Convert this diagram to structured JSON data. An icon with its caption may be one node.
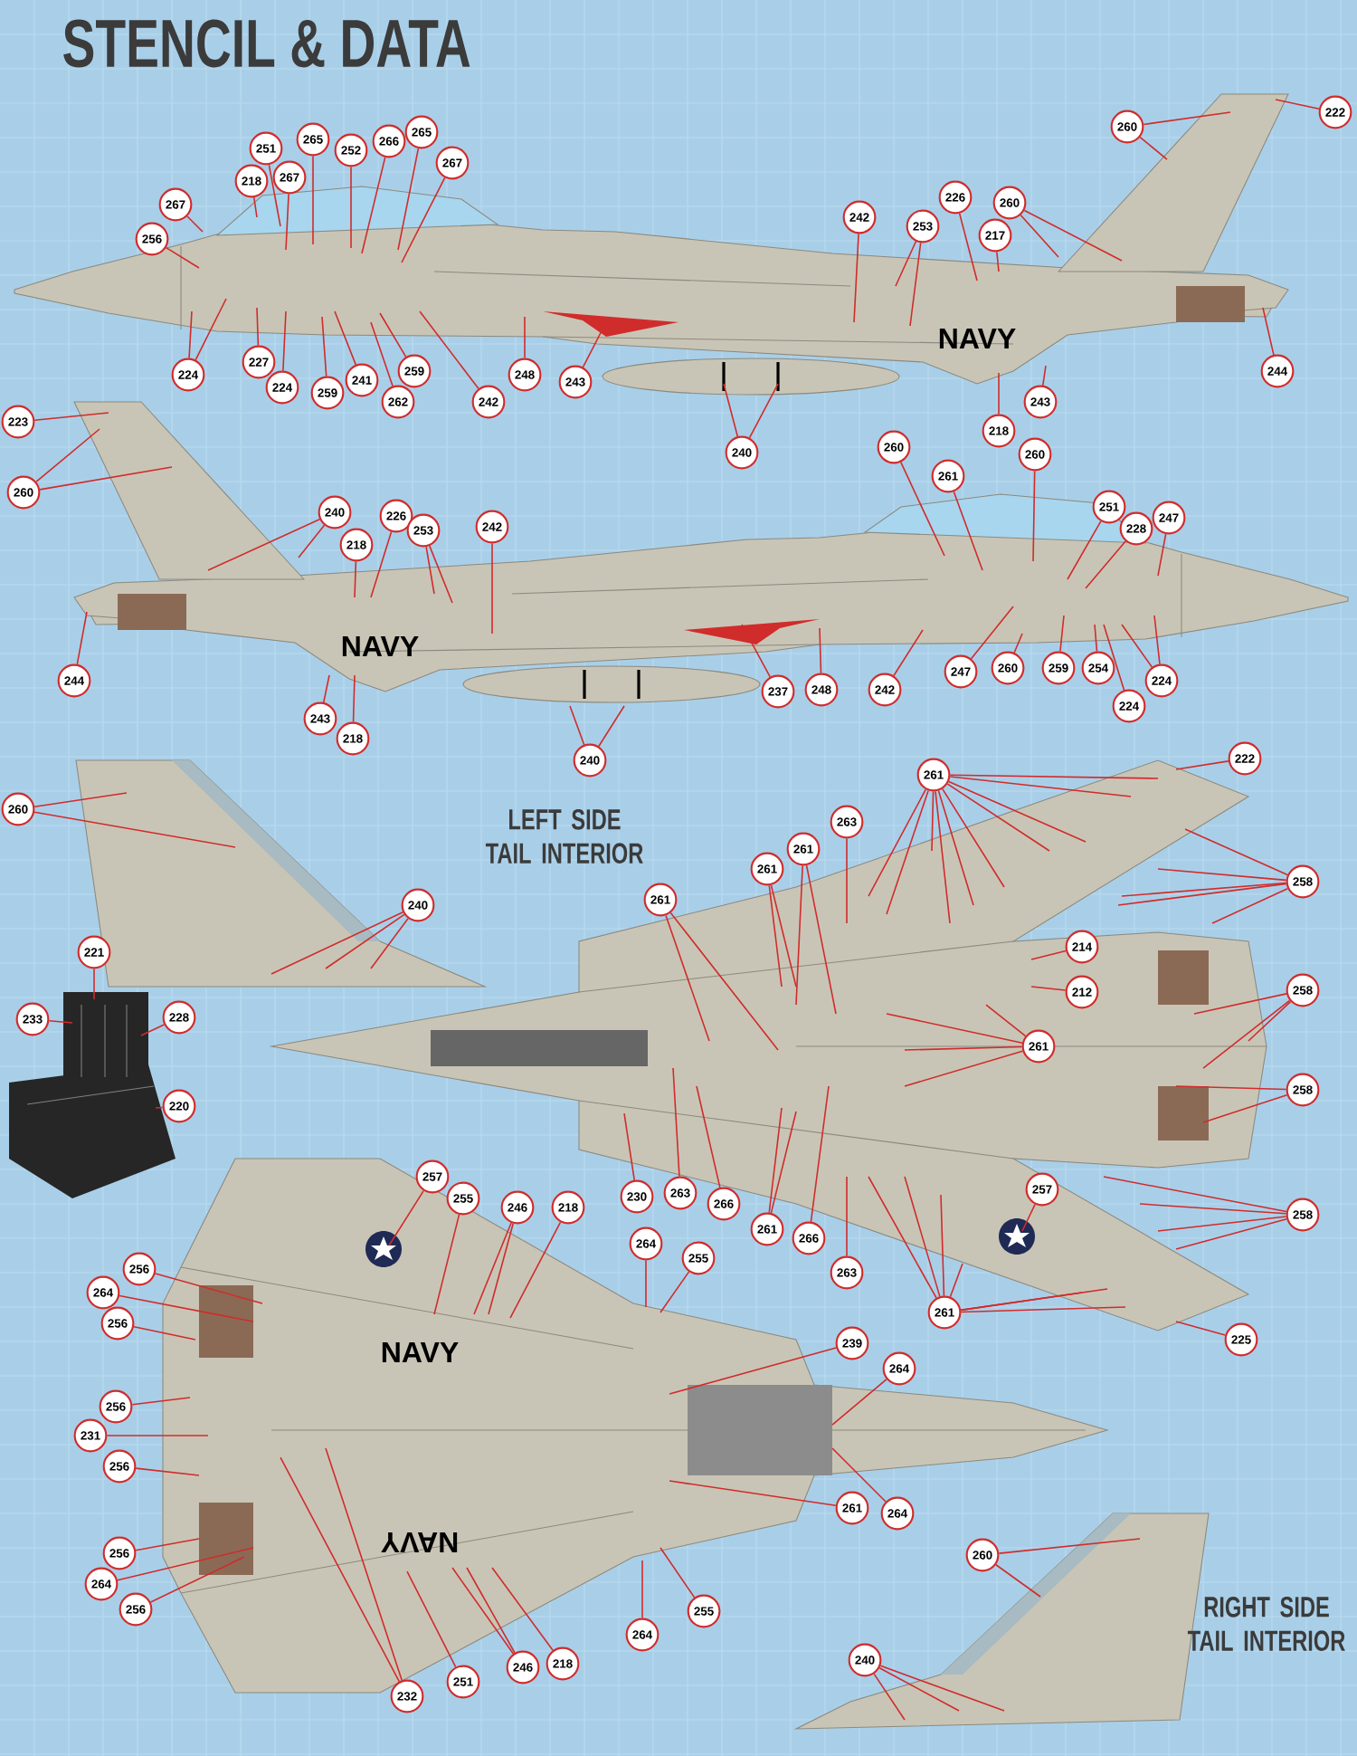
{
  "diagram": {
    "title": "STENCIL & DATA",
    "nodes": [
      {
        "text": [
          "267"
        ]
      },
      {
        "text": [
          "256"
        ]
      },
      {
        "text": [
          "218"
        ]
      },
      {
        "text": [
          "251"
        ]
      },
      {
        "text": [
          "267"
        ]
      },
      {
        "text": [
          "265"
        ]
      },
      {
        "text": [
          "252"
        ]
      },
      {
        "text": [
          "266"
        ]
      },
      {
        "text": [
          "265"
        ]
      },
      {
        "text": [
          "267"
        ]
      },
      {
        "text": [
          "224"
        ]
      },
      {
        "text": [
          "227"
        ]
      },
      {
        "text": [
          "224"
        ]
      },
      {
        "text": [
          "259"
        ]
      },
      {
        "text": [
          "241"
        ]
      },
      {
        "text": [
          "262"
        ]
      },
      {
        "text": [
          "259"
        ]
      },
      {
        "text": [
          "242"
        ]
      },
      {
        "text": [
          "248"
        ]
      },
      {
        "text": [
          "243"
        ]
      },
      {
        "text": [
          "242"
        ]
      },
      {
        "text": [
          "253"
        ]
      },
      {
        "text": [
          "226"
        ]
      },
      {
        "text": [
          "217"
        ]
      },
      {
        "text": [
          "260"
        ]
      },
      {
        "text": [
          "260"
        ]
      },
      {
        "text": [
          "222"
        ]
      },
      {
        "text": [
          "244"
        ]
      },
      {
        "text": [
          "243"
        ]
      },
      {
        "text": [
          "218"
        ]
      },
      {
        "text": [
          "240"
        ]
      },
      {
        "text": [
          "223"
        ]
      },
      {
        "text": [
          "260"
        ]
      },
      {
        "text": [
          "240"
        ]
      },
      {
        "text": [
          "218"
        ]
      },
      {
        "text": [
          "226"
        ]
      },
      {
        "text": [
          "253"
        ]
      },
      {
        "text": [
          "242"
        ]
      },
      {
        "text": [
          "260"
        ]
      },
      {
        "text": [
          "261"
        ]
      },
      {
        "text": [
          "260"
        ]
      },
      {
        "text": [
          "251"
        ]
      },
      {
        "text": [
          "228"
        ]
      },
      {
        "text": [
          "247"
        ]
      },
      {
        "text": [
          "244"
        ]
      },
      {
        "text": [
          "243"
        ]
      },
      {
        "text": [
          "218"
        ]
      },
      {
        "text": [
          "237"
        ]
      },
      {
        "text": [
          "248"
        ]
      },
      {
        "text": [
          "242"
        ]
      },
      {
        "text": [
          "247"
        ]
      },
      {
        "text": [
          "260"
        ]
      },
      {
        "text": [
          "259"
        ]
      },
      {
        "text": [
          "254"
        ]
      },
      {
        "text": [
          "224"
        ]
      },
      {
        "text": [
          "224"
        ]
      },
      {
        "text": [
          "240"
        ]
      },
      {
        "text": [
          "260"
        ]
      },
      {
        "text": [
          "240"
        ]
      },
      {
        "text": [
          "221"
        ]
      },
      {
        "text": [
          "233"
        ]
      },
      {
        "text": [
          "228"
        ]
      },
      {
        "text": [
          "220"
        ]
      },
      {
        "text": [
          "261"
        ]
      },
      {
        "text": [
          "222"
        ]
      },
      {
        "text": [
          "263"
        ]
      },
      {
        "text": [
          "261"
        ]
      },
      {
        "text": [
          "261"
        ]
      },
      {
        "text": [
          "261"
        ]
      },
      {
        "text": [
          "258"
        ]
      },
      {
        "text": [
          "214"
        ]
      },
      {
        "text": [
          "212"
        ]
      },
      {
        "text": [
          "261"
        ]
      },
      {
        "text": [
          "258"
        ]
      },
      {
        "text": [
          "258"
        ]
      },
      {
        "text": [
          "230"
        ]
      },
      {
        "text": [
          "263"
        ]
      },
      {
        "text": [
          "266"
        ]
      },
      {
        "text": [
          "261"
        ]
      },
      {
        "text": [
          "266"
        ]
      },
      {
        "text": [
          "263"
        ]
      },
      {
        "text": [
          "257"
        ]
      },
      {
        "text": [
          "258"
        ]
      },
      {
        "text": [
          "261"
        ]
      },
      {
        "text": [
          "225"
        ]
      },
      {
        "text": [
          "257"
        ]
      },
      {
        "text": [
          "255"
        ]
      },
      {
        "text": [
          "246"
        ]
      },
      {
        "text": [
          "218"
        ]
      },
      {
        "text": [
          "264"
        ]
      },
      {
        "text": [
          "255"
        ]
      },
      {
        "text": [
          "256"
        ]
      },
      {
        "text": [
          "264"
        ]
      },
      {
        "text": [
          "256"
        ]
      },
      {
        "text": [
          "256"
        ]
      },
      {
        "text": [
          "231"
        ]
      },
      {
        "text": [
          "256"
        ]
      },
      {
        "text": [
          "239"
        ]
      },
      {
        "text": [
          "264"
        ]
      },
      {
        "text": [
          "261"
        ]
      },
      {
        "text": [
          "264"
        ]
      },
      {
        "text": [
          "256"
        ]
      },
      {
        "text": [
          "264"
        ]
      },
      {
        "text": [
          "256"
        ]
      },
      {
        "text": [
          "264"
        ]
      },
      {
        "text": [
          "255"
        ]
      },
      {
        "text": [
          "232"
        ]
      },
      {
        "text": [
          "251"
        ]
      },
      {
        "text": [
          "246"
        ]
      },
      {
        "text": [
          "218"
        ]
      },
      {
        "text": [
          "260"
        ]
      },
      {
        "text": [
          "240"
        ]
      },
      {
        "text": [],
        "shape": "picture"
      }
    ],
    "edges": [
      {
        "from": 0,
        "to": null,
        "arrow": "none"
      },
      {
        "from": 1,
        "to": null,
        "arrow": "none"
      },
      {
        "from": 2,
        "to": null,
        "arrow": "none"
      },
      {
        "from": 3,
        "to": null,
        "arrow": "none"
      },
      {
        "from": 4,
        "to": null,
        "arrow": "none"
      },
      {
        "from": 5,
        "to": null,
        "arrow": "none"
      },
      {
        "from": 6,
        "to": null,
        "arrow": "none"
      },
      {
        "from": 7,
        "to": null,
        "arrow": "none"
      },
      {
        "from": 8,
        "to": null,
        "arrow": "none"
      },
      {
        "from": 9,
        "to": null,
        "arrow": "none"
      },
      {
        "from": 10,
        "to": null,
        "arrow": "none"
      },
      {
        "from": 10,
        "to": null,
        "arrow": "none"
      },
      {
        "from": 11,
        "to": null,
        "arrow": "none"
      },
      {
        "from": 12,
        "to": null,
        "arrow": "none"
      },
      {
        "from": 13,
        "to": null,
        "arrow": "none"
      },
      {
        "from": 14,
        "to": null,
        "arrow": "none"
      },
      {
        "from": 15,
        "to": null,
        "arrow": "none"
      },
      {
        "from": 16,
        "to": null,
        "arrow": "none"
      },
      {
        "from": 17,
        "to": null,
        "arrow": "none"
      },
      {
        "from": 18,
        "to": null,
        "arrow": "none"
      },
      {
        "from": 19,
        "to": null,
        "arrow": "none"
      },
      {
        "from": 20,
        "to": null,
        "arrow": "none"
      },
      {
        "from": 21,
        "to": null,
        "arrow": "none"
      },
      {
        "from": 21,
        "to": null,
        "arrow": "none"
      },
      {
        "from": 22,
        "to": null,
        "arrow": "none"
      },
      {
        "from": 23,
        "to": null,
        "arrow": "none"
      },
      {
        "from": 24,
        "to": null,
        "arrow": "none"
      },
      {
        "from": 24,
        "to": null,
        "arrow": "none"
      },
      {
        "from": 25,
        "to": null,
        "arrow": "none"
      },
      {
        "from": 25,
        "to": null,
        "arrow": "none"
      },
      {
        "from": 26,
        "to": null,
        "arrow": "none"
      },
      {
        "from": 27,
        "to": null,
        "arrow": "none"
      },
      {
        "from": 28,
        "to": null,
        "arrow": "none"
      },
      {
        "from": 29,
        "to": null,
        "arrow": "none"
      },
      {
        "from": 30,
        "to": null,
        "arrow": "none"
      },
      {
        "from": 30,
        "to": null,
        "arrow": "none"
      },
      {
        "from": 31,
        "to": null,
        "arrow": "none"
      },
      {
        "from": 32,
        "to": null,
        "arrow": "none"
      },
      {
        "from": 32,
        "to": null,
        "arrow": "none"
      },
      {
        "from": 33,
        "to": null,
        "arrow": "none"
      },
      {
        "from": 33,
        "to": null,
        "arrow": "none"
      },
      {
        "from": 34,
        "to": null,
        "arrow": "none"
      },
      {
        "from": 35,
        "to": null,
        "arrow": "none"
      },
      {
        "from": 36,
        "to": null,
        "arrow": "none"
      },
      {
        "from": 36,
        "to": null,
        "arrow": "none"
      },
      {
        "from": 37,
        "to": null,
        "arrow": "none"
      },
      {
        "from": 38,
        "to": null,
        "arrow": "none"
      },
      {
        "from": 39,
        "to": null,
        "arrow": "none"
      },
      {
        "from": 40,
        "to": null,
        "arrow": "none"
      },
      {
        "from": 41,
        "to": null,
        "arrow": "none"
      },
      {
        "from": 42,
        "to": null,
        "arrow": "none"
      },
      {
        "from": 43,
        "to": null,
        "arrow": "none"
      },
      {
        "from": 44,
        "to": null,
        "arrow": "none"
      },
      {
        "from": 45,
        "to": null,
        "arrow": "none"
      },
      {
        "from": 46,
        "to": null,
        "arrow": "none"
      },
      {
        "from": 47,
        "to": null,
        "arrow": "none"
      },
      {
        "from": 48,
        "to": null,
        "arrow": "none"
      },
      {
        "from": 49,
        "to": null,
        "arrow": "none"
      },
      {
        "from": 50,
        "to": null,
        "arrow": "none"
      },
      {
        "from": 51,
        "to": null,
        "arrow": "none"
      },
      {
        "from": 52,
        "to": null,
        "arrow": "none"
      },
      {
        "from": 53,
        "to": null,
        "arrow": "none"
      },
      {
        "from": 54,
        "to": null,
        "arrow": "none"
      },
      {
        "from": 55,
        "to": null,
        "arrow": "none"
      },
      {
        "from": 55,
        "to": null,
        "arrow": "none"
      },
      {
        "from": 56,
        "to": null,
        "arrow": "none"
      },
      {
        "from": 56,
        "to": null,
        "arrow": "none"
      },
      {
        "from": 57,
        "to": null,
        "arrow": "none"
      },
      {
        "from": 57,
        "to": null,
        "arrow": "none"
      },
      {
        "from": 58,
        "to": null,
        "arrow": "none"
      },
      {
        "from": 58,
        "to": null,
        "arrow": "none"
      },
      {
        "from": 58,
        "to": null,
        "arrow": "none"
      },
      {
        "from": 59,
        "to": 112,
        "arrow": "none"
      },
      {
        "from": 60,
        "to": 112,
        "arrow": "none"
      },
      {
        "from": 61,
        "to": 112,
        "arrow": "none"
      },
      {
        "from": 62,
        "to": 112,
        "arrow": "none"
      },
      {
        "from": 63,
        "to": null,
        "arrow": "none"
      },
      {
        "from": 63,
        "to": null,
        "arrow": "none"
      },
      {
        "from": 63,
        "to": null,
        "arrow": "none"
      },
      {
        "from": 63,
        "to": null,
        "arrow": "none"
      },
      {
        "from": 63,
        "to": null,
        "arrow": "none"
      },
      {
        "from": 63,
        "to": null,
        "arrow": "none"
      },
      {
        "from": 63,
        "to": null,
        "arrow": "none"
      },
      {
        "from": 63,
        "to": null,
        "arrow": "none"
      },
      {
        "from": 63,
        "to": null,
        "arrow": "none"
      },
      {
        "from": 63,
        "to": null,
        "arrow": "none"
      },
      {
        "from": 64,
        "to": null,
        "arrow": "none"
      },
      {
        "from": 65,
        "to": null,
        "arrow": "none"
      },
      {
        "from": 66,
        "to": null,
        "arrow": "none"
      },
      {
        "from": 66,
        "to": null,
        "arrow": "none"
      },
      {
        "from": 67,
        "to": null,
        "arrow": "none"
      },
      {
        "from": 67,
        "to": null,
        "arrow": "none"
      },
      {
        "from": 68,
        "to": null,
        "arrow": "none"
      },
      {
        "from": 68,
        "to": null,
        "arrow": "none"
      },
      {
        "from": 69,
        "to": null,
        "arrow": "none"
      },
      {
        "from": 69,
        "to": null,
        "arrow": "none"
      },
      {
        "from": 69,
        "to": null,
        "arrow": "none"
      },
      {
        "from": 69,
        "to": null,
        "arrow": "none"
      },
      {
        "from": 69,
        "to": null,
        "arrow": "none"
      },
      {
        "from": 70,
        "to": null,
        "arrow": "none"
      },
      {
        "from": 71,
        "to": null,
        "arrow": "none"
      },
      {
        "from": 72,
        "to": null,
        "arrow": "none"
      },
      {
        "from": 72,
        "to": null,
        "arrow": "none"
      },
      {
        "from": 72,
        "to": null,
        "arrow": "none"
      },
      {
        "from": 72,
        "to": null,
        "arrow": "none"
      },
      {
        "from": 73,
        "to": null,
        "arrow": "none"
      },
      {
        "from": 73,
        "to": null,
        "arrow": "none"
      },
      {
        "from": 73,
        "to": null,
        "arrow": "none"
      },
      {
        "from": 74,
        "to": null,
        "arrow": "none"
      },
      {
        "from": 74,
        "to": null,
        "arrow": "none"
      },
      {
        "from": 75,
        "to": null,
        "arrow": "none"
      },
      {
        "from": 76,
        "to": null,
        "arrow": "none"
      },
      {
        "from": 77,
        "to": null,
        "arrow": "none"
      },
      {
        "from": 78,
        "to": null,
        "arrow": "none"
      },
      {
        "from": 78,
        "to": null,
        "arrow": "none"
      },
      {
        "from": 79,
        "to": null,
        "arrow": "none"
      },
      {
        "from": 80,
        "to": null,
        "arrow": "none"
      },
      {
        "from": 81,
        "to": null,
        "arrow": "none"
      },
      {
        "from": 82,
        "to": null,
        "arrow": "none"
      },
      {
        "from": 82,
        "to": null,
        "arrow": "none"
      },
      {
        "from": 82,
        "to": null,
        "arrow": "none"
      },
      {
        "from": 82,
        "to": null,
        "arrow": "none"
      },
      {
        "from": 83,
        "to": null,
        "arrow": "none"
      },
      {
        "from": 83,
        "to": null,
        "arrow": "none"
      },
      {
        "from": 83,
        "to": null,
        "arrow": "none"
      },
      {
        "from": 83,
        "to": null,
        "arrow": "none"
      },
      {
        "from": 83,
        "to": null,
        "arrow": "none"
      },
      {
        "from": 83,
        "to": null,
        "arrow": "none"
      },
      {
        "from": 83,
        "to": null,
        "arrow": "none"
      },
      {
        "from": 84,
        "to": null,
        "arrow": "none"
      },
      {
        "from": 85,
        "to": null,
        "arrow": "none"
      },
      {
        "from": 86,
        "to": null,
        "arrow": "none"
      },
      {
        "from": 87,
        "to": null,
        "arrow": "none"
      },
      {
        "from": 87,
        "to": null,
        "arrow": "none"
      },
      {
        "from": 88,
        "to": null,
        "arrow": "none"
      },
      {
        "from": 89,
        "to": null,
        "arrow": "none"
      },
      {
        "from": 90,
        "to": null,
        "arrow": "none"
      },
      {
        "from": 91,
        "to": null,
        "arrow": "none"
      },
      {
        "from": 92,
        "to": null,
        "arrow": "none"
      },
      {
        "from": 93,
        "to": null,
        "arrow": "none"
      },
      {
        "from": 94,
        "to": null,
        "arrow": "none"
      },
      {
        "from": 95,
        "to": null,
        "arrow": "none"
      },
      {
        "from": 96,
        "to": null,
        "arrow": "none"
      },
      {
        "from": 97,
        "to": null,
        "arrow": "none"
      },
      {
        "from": 98,
        "to": null,
        "arrow": "none"
      },
      {
        "from": 99,
        "to": null,
        "arrow": "none"
      },
      {
        "from": 100,
        "to": null,
        "arrow": "none"
      },
      {
        "from": 101,
        "to": null,
        "arrow": "none"
      },
      {
        "from": 102,
        "to": null,
        "arrow": "none"
      },
      {
        "from": 103,
        "to": null,
        "arrow": "none"
      },
      {
        "from": 104,
        "to": null,
        "arrow": "none"
      },
      {
        "from": 105,
        "to": null,
        "arrow": "none"
      },
      {
        "from": 106,
        "to": null,
        "arrow": "none"
      },
      {
        "from": 106,
        "to": null,
        "arrow": "none"
      },
      {
        "from": 107,
        "to": null,
        "arrow": "none"
      },
      {
        "from": 108,
        "to": null,
        "arrow": "none"
      },
      {
        "from": 108,
        "to": null,
        "arrow": "none"
      },
      {
        "from": 109,
        "to": null,
        "arrow": "none"
      },
      {
        "from": 110,
        "to": null,
        "arrow": "none"
      },
      {
        "from": 110,
        "to": null,
        "arrow": "none"
      },
      {
        "from": 111,
        "to": null,
        "arrow": "none"
      },
      {
        "from": 111,
        "to": null,
        "arrow": "none"
      },
      {
        "from": 111,
        "to": null,
        "arrow": "none"
      }
    ],
    "labels": [
      "NAVY",
      "NAVY",
      "NAVY",
      "NAVY",
      "LEFT SIDE TAIL INTERIOR",
      "RIGHT SIDE TAIL INTERIOR"
    ]
  }
}
